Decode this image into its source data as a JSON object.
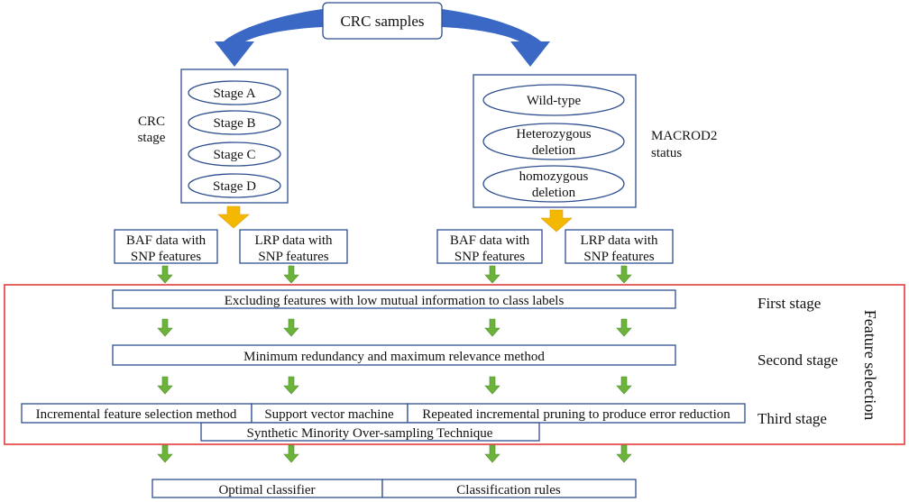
{
  "colors": {
    "box_border": "#2e4f8f",
    "curved_arrow": "#3a68c4",
    "yellow_arrow": "#f5b800",
    "green_arrow": "#6bb33a",
    "red_frame": "#e23b3b",
    "text": "#111111"
  },
  "top": {
    "samples": "CRC samples"
  },
  "left_group": {
    "side_label": [
      "CRC",
      "stage"
    ],
    "stages": [
      "Stage A",
      "Stage B",
      "Stage C",
      "Stage D"
    ]
  },
  "right_group": {
    "side_label": [
      "MACROD2",
      "status"
    ],
    "statuses": [
      [
        "Wild-type"
      ],
      [
        "Heterozygous",
        "deletion"
      ],
      [
        "homozygous",
        "deletion"
      ]
    ]
  },
  "data_boxes": [
    [
      "BAF data with",
      "SNP features"
    ],
    [
      "LRP data with",
      "SNP features"
    ],
    [
      "BAF data with",
      "SNP features"
    ],
    [
      "LRP data with",
      "SNP features"
    ]
  ],
  "feature_selection": {
    "title": "Feature selection",
    "stages": [
      {
        "label": "First stage",
        "box": "Excluding features with low mutual information to class labels"
      },
      {
        "label": "Second stage",
        "box": "Minimum redundancy and maximum relevance method"
      },
      {
        "label": "Third stage"
      }
    ],
    "third_stage_methods": [
      "Incremental feature selection method",
      "Support vector machine",
      "Repeated incremental pruning to produce error reduction"
    ],
    "smote": "Synthetic Minority Over-sampling Technique"
  },
  "outputs": [
    "Optimal classifier",
    "Classification rules"
  ]
}
